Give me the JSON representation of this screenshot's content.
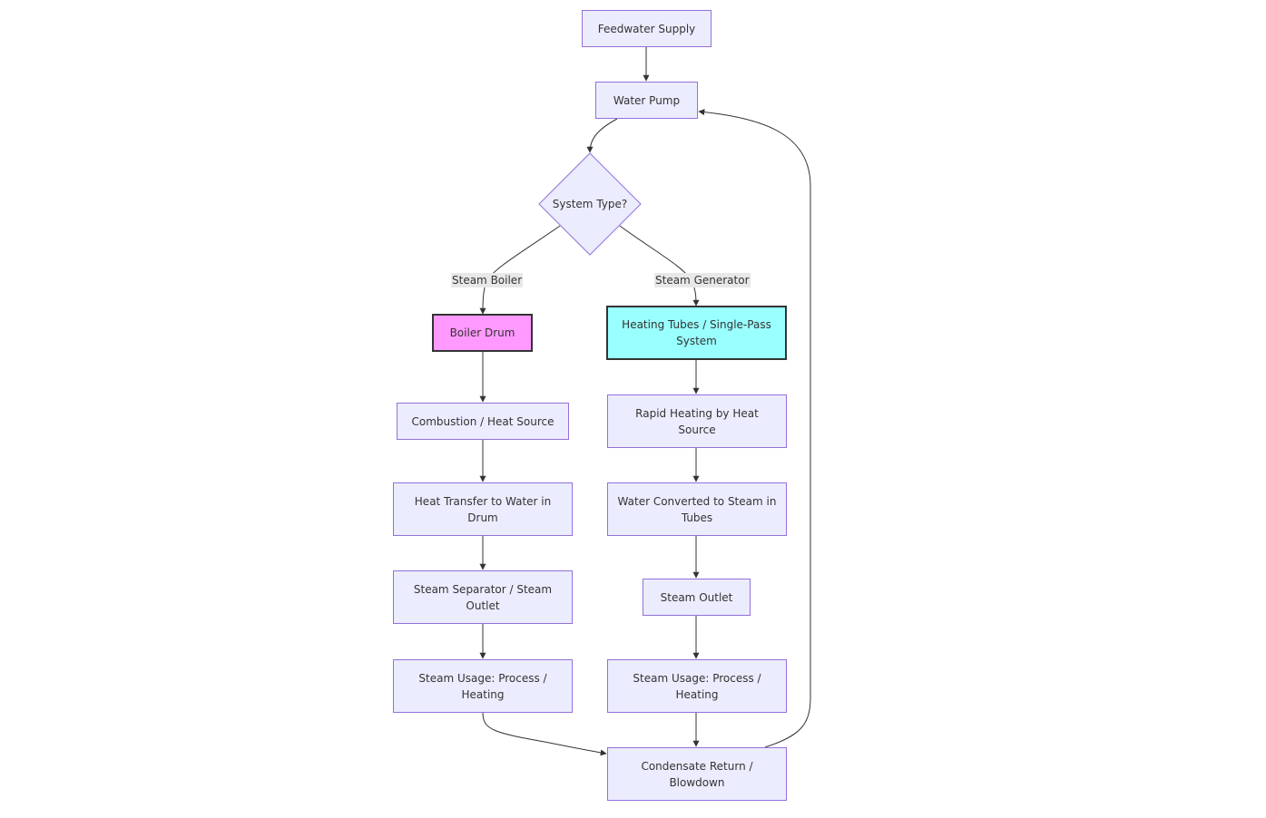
{
  "nodes": {
    "feedwater_supply": "Feedwater Supply",
    "water_pump": "Water Pump",
    "system_type": "System Type?",
    "boiler_drum": "Boiler Drum",
    "combustion": "Combustion / Heat Source",
    "heat_transfer": "Heat Transfer to Water in Drum",
    "steam_separator": "Steam Separator / Steam Outlet",
    "steam_usage_boiler": "Steam Usage: Process / Heating",
    "heating_tubes": "Heating Tubes / Single-Pass System",
    "rapid_heating": "Rapid Heating by Heat Source",
    "water_converted": "Water Converted to Steam in Tubes",
    "steam_outlet": "Steam Outlet",
    "steam_usage_generator": "Steam Usage: Process / Heating",
    "condensate_return": "Condensate Return / Blowdown"
  },
  "edge_labels": {
    "steam_boiler": "Steam Boiler",
    "steam_generator": "Steam Generator"
  },
  "colors": {
    "node_fill": "#ECECFF",
    "node_stroke": "#9370DB",
    "boiler_drum_fill": "#ff99ff",
    "heating_tubes_fill": "#99ffff",
    "highlight_stroke": "#333333",
    "edge": "#333333"
  }
}
